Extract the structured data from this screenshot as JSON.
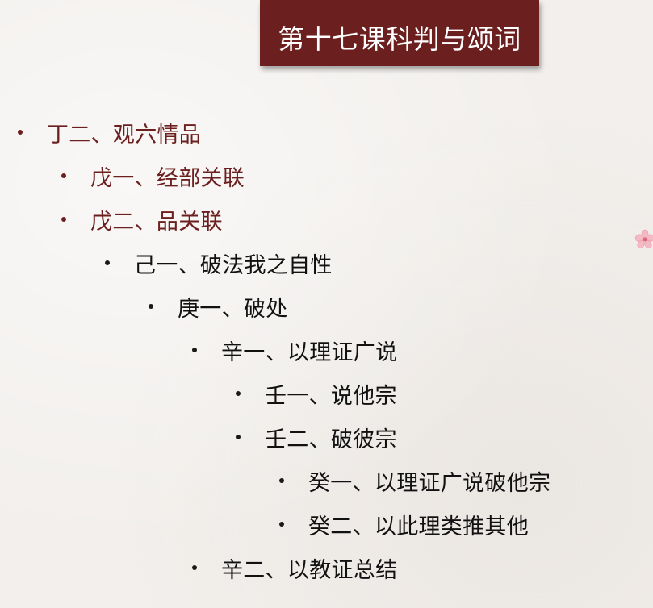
{
  "slide": {
    "title": "第十七课科判与颂词"
  },
  "outline": [
    {
      "label": "丁二、观六情品"
    },
    {
      "label": "戊一、经部关联"
    },
    {
      "label": "戊二、品关联"
    },
    {
      "label": "己一、破法我之自性"
    },
    {
      "label": "庚一、破处"
    },
    {
      "label": "辛一、以理证广说"
    },
    {
      "label": "壬一、说他宗"
    },
    {
      "label": "壬二、破彼宗"
    },
    {
      "label": "癸一、以理证广说破他宗"
    },
    {
      "label": "癸二、以此理类推其他"
    },
    {
      "label": "辛二、以教证总结"
    }
  ],
  "colors": {
    "accent": "#6b1f1f",
    "text": "#111111",
    "background": "#f2efec"
  },
  "decoration": {
    "icon": "cherry-blossom-icon"
  }
}
